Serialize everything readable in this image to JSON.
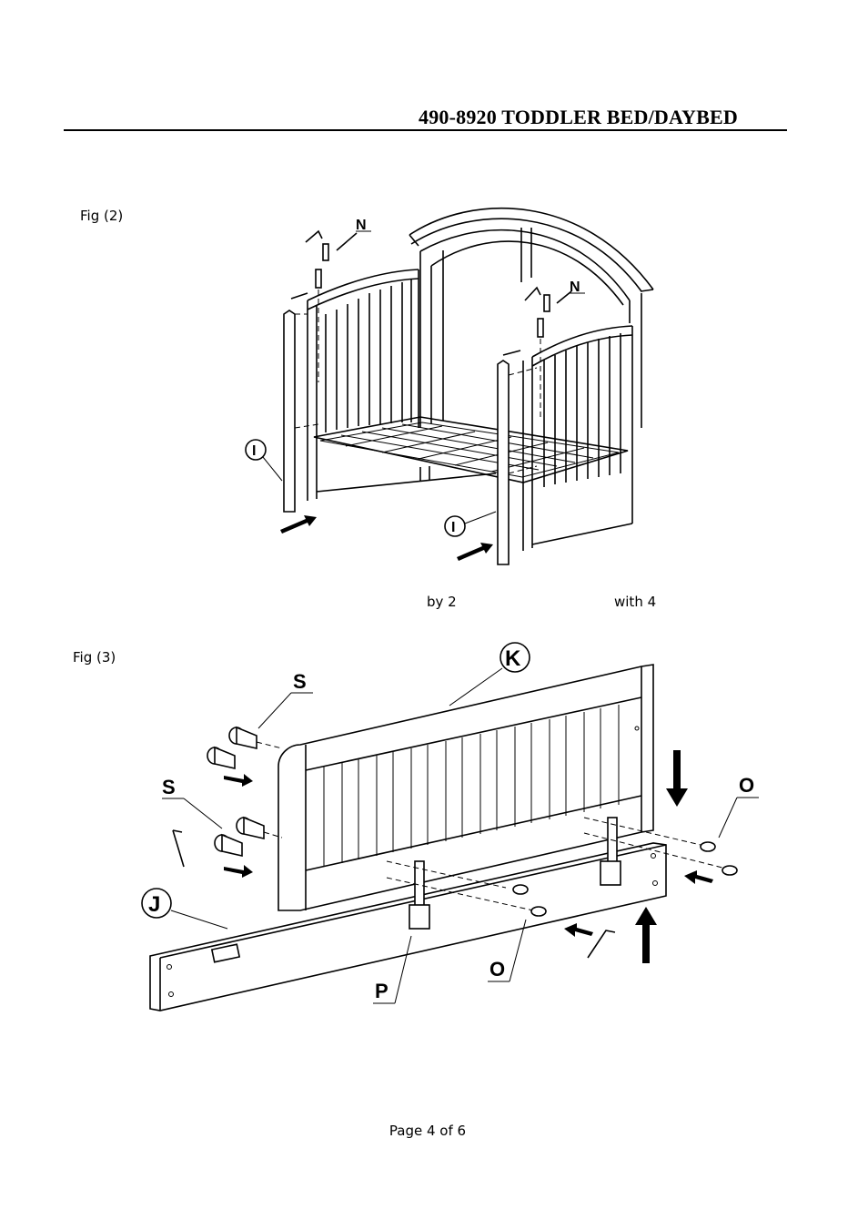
{
  "header": {
    "title": "490-8920 TODDLER BED/DAYBED"
  },
  "figures": [
    {
      "label": "Fig (2)",
      "callouts": [
        "N",
        "N",
        "I",
        "I"
      ],
      "caption_parts": [
        "by 2",
        "with 4"
      ]
    },
    {
      "label": "Fig (3)",
      "callouts": [
        "K",
        "S",
        "S",
        "O",
        "J",
        "O",
        "P"
      ]
    }
  ],
  "footer": {
    "page": "Page 4 of 6"
  }
}
